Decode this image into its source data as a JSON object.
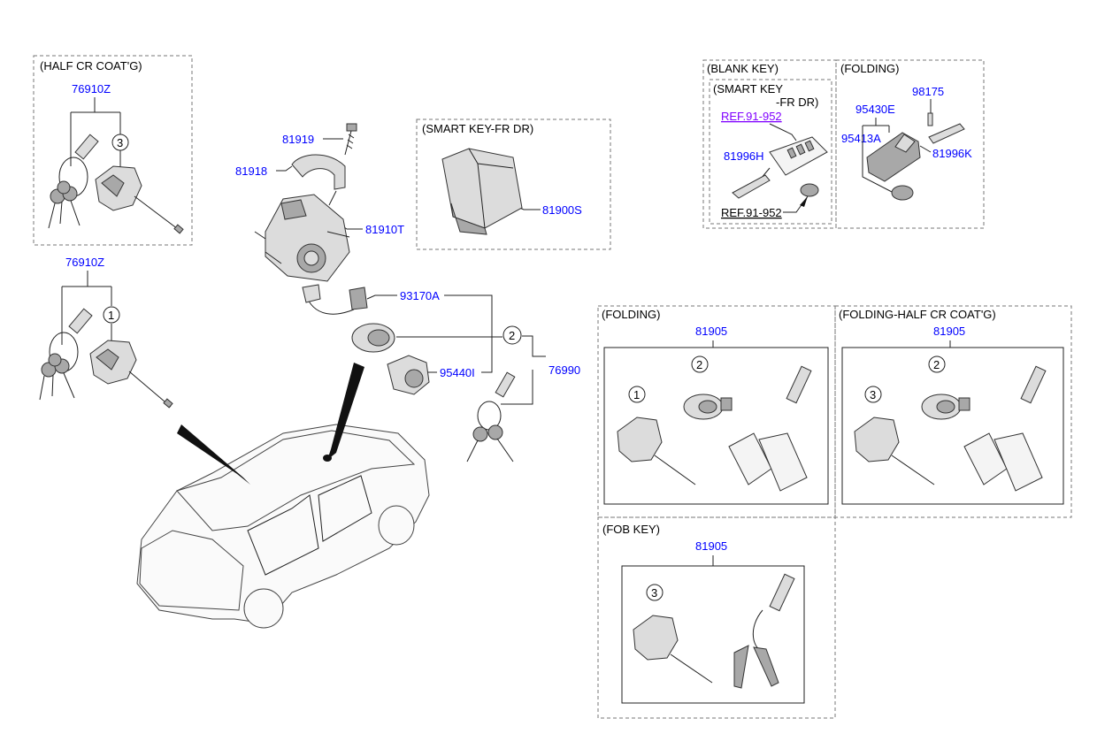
{
  "sections": {
    "half_cr_coat": "(HALF CR COAT'G)",
    "smart_key_fr_dr": "(SMART KEY-FR DR)",
    "blank_key": "(BLANK KEY)",
    "folding_top": "(FOLDING)",
    "smart_key_line1": "(SMART KEY",
    "smart_key_line2": "-FR DR)",
    "folding_mid": "(FOLDING)",
    "folding_half_cr": "(FOLDING-HALF CR COAT'G)",
    "fob_key": "(FOB KEY)"
  },
  "parts": {
    "p76910z_a": "76910Z",
    "p76910z_b": "76910Z",
    "p81919": "81919",
    "p81918": "81918",
    "p81910t": "81910T",
    "p81900s": "81900S",
    "p93170a": "93170A",
    "p95440i": "95440I",
    "p76990": "76990",
    "p95430e": "95430E",
    "p98175": "98175",
    "p95413a": "95413A",
    "p81996k": "81996K",
    "p81996h": "81996H",
    "p81905_a": "81905",
    "p81905_b": "81905",
    "p81905_c": "81905"
  },
  "refs": {
    "ref_top": "REF.91-952",
    "ref_bottom": "REF.91-952"
  },
  "callouts": [
    "1",
    "2",
    "3"
  ],
  "colors": {
    "part_number": "#0000ff",
    "ref_link": "#8000ff",
    "text": "#000000",
    "box_border": "#777777"
  }
}
